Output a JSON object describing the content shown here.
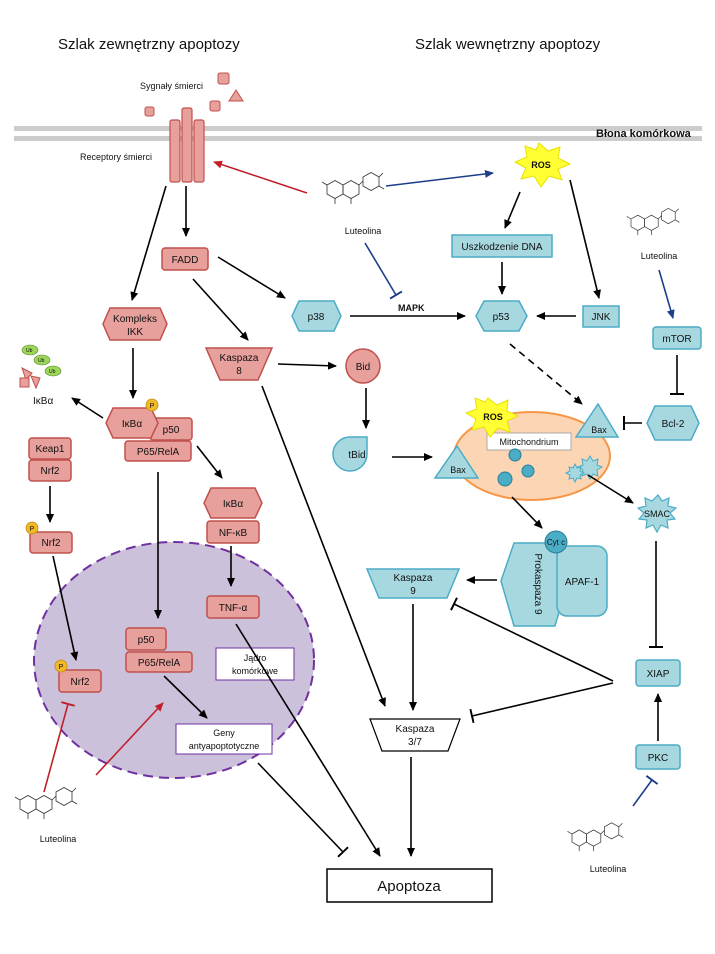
{
  "titles": {
    "extrinsic": "Szlak zewnętrzny apoptozy",
    "intrinsic": "Szlak wewnętrzny apoptozy"
  },
  "membrane_label": "Błona komórkowa",
  "death_signals": "Sygnały śmierci",
  "death_receptors": "Receptory śmierci",
  "luteolin": "Luteolina",
  "fadd": "FADD",
  "ikk": [
    "Kompleks",
    "IKK"
  ],
  "ub": "Ub",
  "ikba": "IκBα",
  "p": "P",
  "p50": "p50",
  "p65rela": "P65/RelA",
  "nfkb": "NF-κB",
  "keap1": "Keap1",
  "nrf2": "Nrf2",
  "tnfa": "TNF-α",
  "nucleus": [
    "Jądro",
    "komórkowe"
  ],
  "genes": [
    "Geny",
    "antyapoptotyczne"
  ],
  "caspase8": [
    "Kaspaza",
    "8"
  ],
  "caspase9": [
    "Kaspaza",
    "9"
  ],
  "caspase37": [
    "Kaspaza",
    "3/7"
  ],
  "bid": "Bid",
  "tbid": "tBid",
  "bax": "Bax",
  "ros": "ROS",
  "dna_damage": "Uszkodzenie DNA",
  "p38": "p38",
  "mapk": "MAPK",
  "p53": "p53",
  "jnk": "JNK",
  "mtor": "mTOR",
  "bcl2": "Bcl-2",
  "mito": "Mitochondrium",
  "smac": "SMAC",
  "cytc": "Cyt c",
  "procasp9": "Prokaspaza 9",
  "apaf1": "APAF-1",
  "xiap": "XIAP",
  "pkc": "PKC",
  "apoptosis": "Apoptoza",
  "colors": {
    "red_fill": "#e8a09c",
    "red_stroke": "#c0504d",
    "blue_fill": "#a7d8e0",
    "blue_stroke": "#4bacc6",
    "nucleus_fill": "#ccc1da",
    "nucleus_stroke": "#7030a0",
    "mito_fill": "#fcd5b4",
    "mito_stroke": "#f79646",
    "ros_fill": "#ffff33",
    "ub_fill": "#9bd55a",
    "phospho_fill": "#f2b927",
    "arrow_red": "#c0202a",
    "arrow_blue": "#1f3e8a"
  }
}
